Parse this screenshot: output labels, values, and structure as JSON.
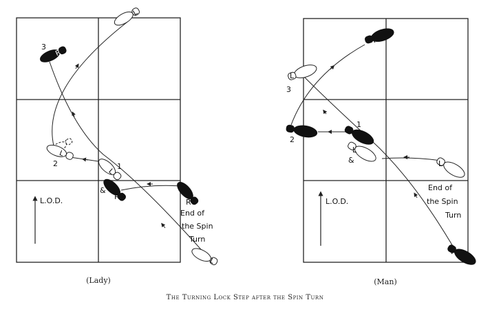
{
  "title": "The Turning Lock Step after the Spin Turn",
  "lady": {
    "caption": "(Lady)",
    "lod": "L.O.D.",
    "end_text": [
      "End of",
      "the Spin",
      "Turn"
    ],
    "step_numbers": [
      "3",
      "2",
      "1",
      "&"
    ],
    "foot_letters": {
      "left": "L",
      "right": "R"
    }
  },
  "man": {
    "caption": "(Man)",
    "lod": "L.O.D.",
    "end_text": [
      "End of",
      "the Spin",
      "Turn"
    ],
    "step_numbers": [
      "3",
      "2",
      "1",
      "&"
    ],
    "foot_letters": {
      "left": "L",
      "right": "R"
    }
  }
}
